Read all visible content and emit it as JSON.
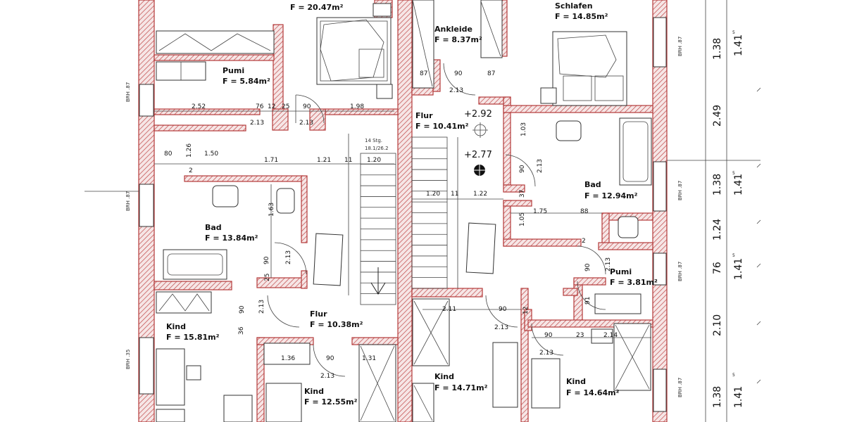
{
  "rooms": [
    {
      "id": "r1",
      "name": "",
      "area": "F = 20.47m²"
    },
    {
      "id": "r2",
      "name": "Pumi",
      "area": "F = 5.84m²"
    },
    {
      "id": "r3",
      "name": "Bad",
      "area": "F = 13.84m²"
    },
    {
      "id": "r4",
      "name": "Kind",
      "area": "F = 15.81m²"
    },
    {
      "id": "r5",
      "name": "Flur",
      "area": "F = 10.38m²"
    },
    {
      "id": "r6",
      "name": "Kind",
      "area": "F = 12.55m²"
    },
    {
      "id": "r7",
      "name": "Ankleide",
      "area": "F = 8.37m²"
    },
    {
      "id": "r8",
      "name": "Flur",
      "area": "F = 10.41m²"
    },
    {
      "id": "r9",
      "name": "Schlafen",
      "area": "F = 14.85m²"
    },
    {
      "id": "r10",
      "name": "Bad",
      "area": "F = 12.94m²"
    },
    {
      "id": "r11",
      "name": "Pumi",
      "area": "F = 3.81m²"
    },
    {
      "id": "r12",
      "name": "Kind",
      "area": "F = 14.71m²"
    },
    {
      "id": "r13",
      "name": "Kind",
      "area": "F = 14.64m²"
    }
  ],
  "levels": [
    "+2.92",
    "+2.77"
  ],
  "stair": {
    "steps": "14 Stg.",
    "ratio": "18.1/26.2"
  },
  "dimensions": [
    "2.52",
    "76",
    "12",
    "25",
    "90",
    "1.98",
    "2.13",
    "2.13",
    "80",
    "1.26",
    "1.50",
    "1.71",
    "1.21",
    "11",
    "1.20",
    "2",
    "1.63",
    "90",
    "2.13",
    "25",
    "90",
    "2.13",
    "36",
    "1.36",
    "90",
    "2.13",
    "1.31",
    "87",
    "90",
    "87",
    "2.13",
    "1.03",
    "90",
    "2.13",
    "1.20",
    "11",
    "1.22",
    "37",
    "1.75",
    "88",
    "1.05",
    "2",
    "90",
    "2.13",
    "91",
    "2.11",
    "90",
    "2.13",
    "12",
    "90",
    "23",
    "2.13",
    "2.14"
  ],
  "sill_labels": [
    "BRH .87",
    "BRH .87",
    "BRH .35",
    "BRH .87",
    "BRH .87",
    "BRH .87",
    "BRH .87"
  ],
  "right_dims_inner": [
    "1.38",
    "2.49",
    "1.38",
    "1.24",
    "76",
    "2.10",
    "1.38"
  ],
  "right_dims_outer": [
    "1.41",
    "1.41",
    "1.41",
    "1.41"
  ],
  "sup5": "5"
}
